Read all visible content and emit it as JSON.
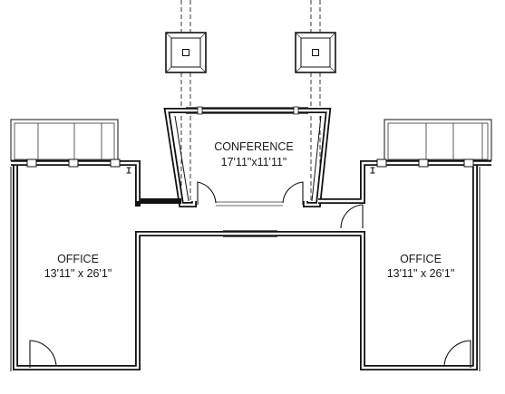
{
  "rooms": {
    "conference": {
      "name": "CONFERENCE",
      "dimensions": "17'11\"x11'11\""
    },
    "office_left": {
      "name": "OFFICE",
      "dimensions": "13'11\" x 26'1\""
    },
    "office_right": {
      "name": "OFFICE",
      "dimensions": "13'11\" x 26'1\""
    }
  },
  "colors": {
    "wall": "#111111",
    "background": "#ffffff"
  }
}
